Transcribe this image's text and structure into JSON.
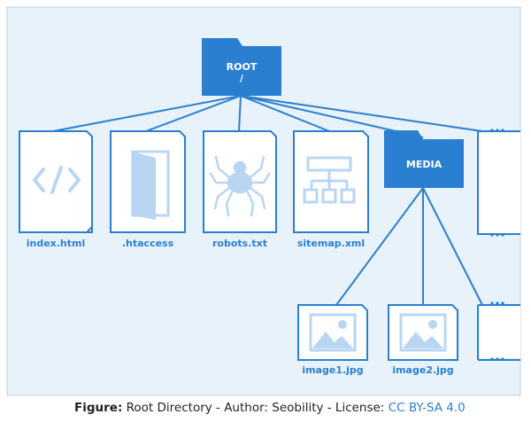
{
  "diagram": {
    "colors": {
      "background": "#e8f2fb",
      "border": "#c4cfd9",
      "accent": "#2b7fd0",
      "icon_fill": "#b8d6f2"
    },
    "root": {
      "name": "ROOT",
      "path": "/"
    },
    "files": [
      {
        "name": "index.html",
        "icon": "code-icon"
      },
      {
        "name": ".htaccess",
        "icon": "door-icon"
      },
      {
        "name": "robots.txt",
        "icon": "spider-icon"
      },
      {
        "name": "sitemap.xml",
        "icon": "sitemap-icon"
      }
    ],
    "media_folder": {
      "name": "MEDIA"
    },
    "media_files": [
      {
        "name": "image1.jpg",
        "icon": "image-icon"
      },
      {
        "name": "image2.jpg",
        "icon": "image-icon"
      }
    ]
  },
  "caption": {
    "prefix": "Figure:",
    "text": "Root Directory - Author: Seobility - License:",
    "license": "CC BY-SA 4.0"
  }
}
